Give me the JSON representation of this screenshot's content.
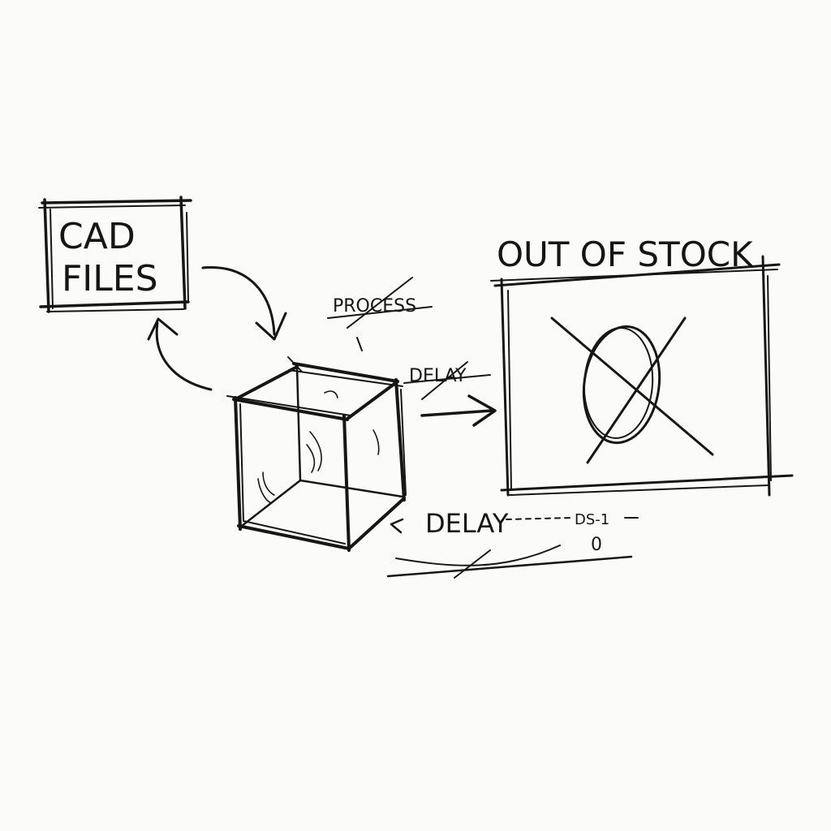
{
  "labels": {
    "cad_files_line1": "CAD",
    "cad_files_line2": "FILES",
    "process": "PROCESS",
    "delay_top": "DELAY",
    "delay_bottom": "DELAY",
    "out_of_stock": "OUT OF STOCK",
    "dimension_note": "DS-1",
    "dimension_zero": "0"
  },
  "colors": {
    "ink": "#161616",
    "paper": "#fbfbfa"
  }
}
